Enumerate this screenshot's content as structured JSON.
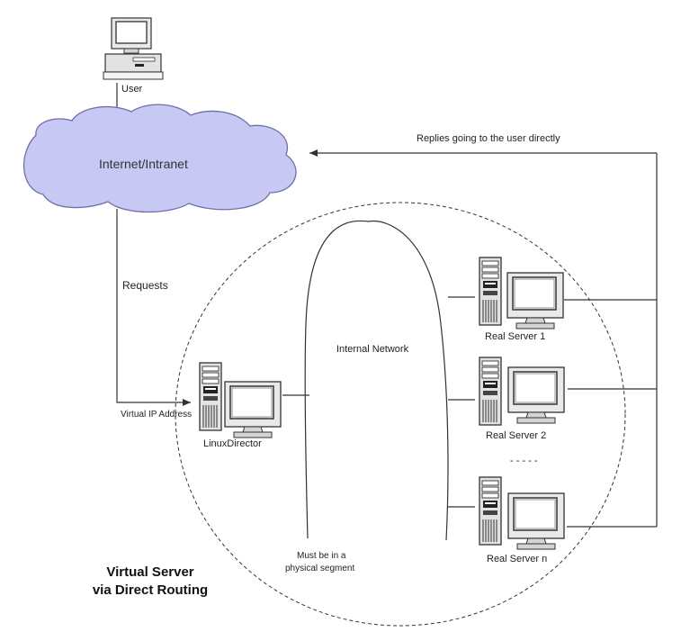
{
  "user_label": "User",
  "cloud_label": "Internet/Intranet",
  "replies_label": "Replies going to the user directly",
  "requests_label": "Requests",
  "vip_label": "Virtual IP Address",
  "director_label": "LinuxDirector",
  "internal_network_label": "Internal Network",
  "segment_note_line1": "Must be in a",
  "segment_note_line2": "physical segment",
  "servers": [
    {
      "label": "Real Server 1"
    },
    {
      "label": "Real Server 2"
    },
    {
      "label": "Real Server n"
    }
  ],
  "ellipsis": "- - - - -",
  "title_line1": "Virtual Server",
  "title_line2": "via Direct Routing",
  "colors": {
    "cloud_fill": "#c8c8f4",
    "cloud_stroke": "#6f6fa8",
    "line": "#333333",
    "screen": "#ffffff"
  }
}
